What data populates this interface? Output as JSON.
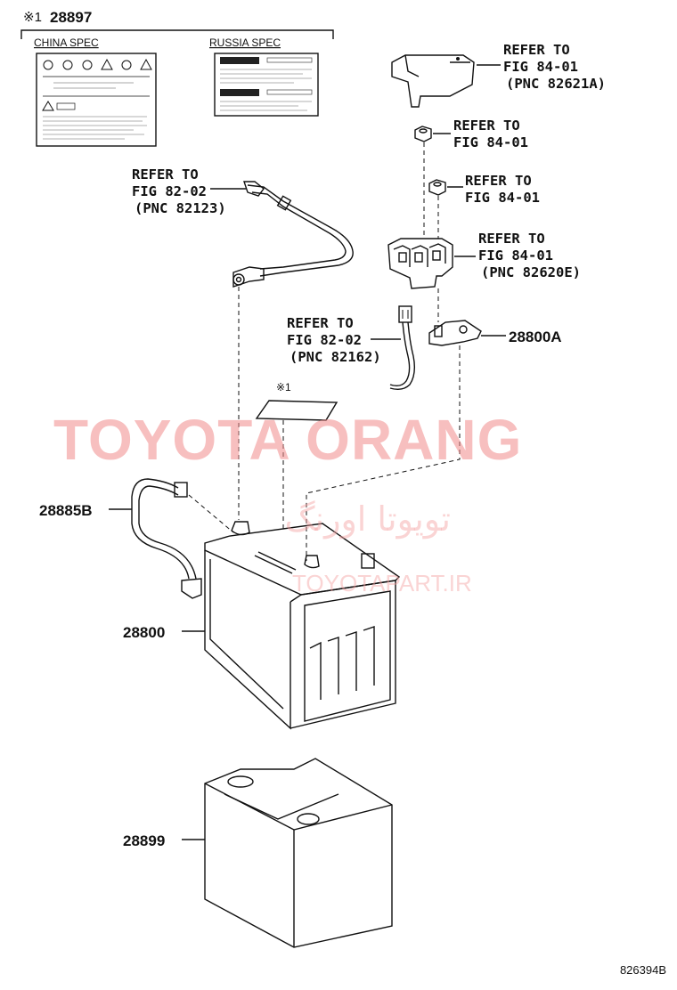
{
  "header": {
    "mark_symbol": "※1",
    "part_number": "28897"
  },
  "labels_panel": {
    "china_spec": "CHINA SPEC",
    "russia_spec": "RUSSIA SPEC"
  },
  "callouts": {
    "ref_fig84_pnc82621a": {
      "line1": "REFER TO",
      "line2": "FIG 84-01",
      "line3": "(PNC 82621A)"
    },
    "ref_fig84_nut1": {
      "line1": "REFER TO",
      "line2": "FIG 84-01"
    },
    "ref_fig84_nut2": {
      "line1": "REFER TO",
      "line2": "FIG 84-01"
    },
    "ref_fig84_pnc82620e": {
      "line1": "REFER TO",
      "line2": "FIG 84-01",
      "line3": "(PNC 82620E)"
    },
    "ref_fig82_pnc82123": {
      "line1": "REFER TO",
      "line2": "FIG 82-02",
      "line3": "(PNC 82123)"
    },
    "ref_fig82_pnc82162": {
      "line1": "REFER TO",
      "line2": "FIG 82-02",
      "line3": "(PNC 82162)"
    }
  },
  "parts": {
    "terminal": "28800A",
    "hose": "28885B",
    "battery": "28800",
    "tray": "28899",
    "label_mark": "※1"
  },
  "watermark": {
    "main": "TOYOTA ORANG",
    "persian": "تویوتا اورنگ",
    "url": "TOYOTAPART.IR"
  },
  "figure_code": "826394B"
}
